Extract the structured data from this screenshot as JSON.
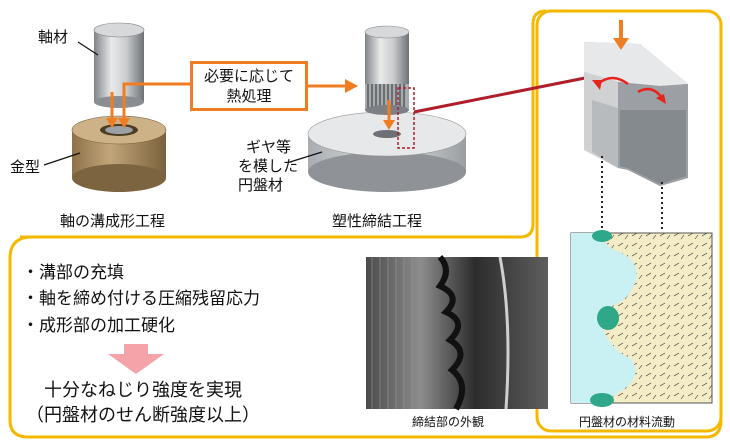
{
  "labels": {
    "shaft": "軸材",
    "die": "金型",
    "heat_line1": "必要に応じて",
    "heat_line2": "熱処理",
    "disk_line1": "ギヤ等",
    "disk_line2": "を模した",
    "disk_line3": "円盤材",
    "step1": "軸の溝成形工程",
    "step2": "塑性締結工程"
  },
  "bullets": [
    "・溝部の充填",
    "・軸を締め付ける圧縮残留応力",
    "・成形部の加工硬化"
  ],
  "result_line1": "十分なねじり強度を実現",
  "result_line2": "（円盤材のせん断強度以上）",
  "captions": {
    "photo": "締結部の外観",
    "flow": "円盤材の材料流動"
  },
  "colors": {
    "accent_orange": "#f07d22",
    "frame_yellow": "#f5b800",
    "bigarrow_pink": "#f4a3a8",
    "zoom_line": "#b01e2a",
    "die_brown": "#a88c60",
    "flow_blue": "#c9f1f4",
    "flow_cream": "#f4ecc6",
    "flow_teal": "#2fa88a"
  }
}
